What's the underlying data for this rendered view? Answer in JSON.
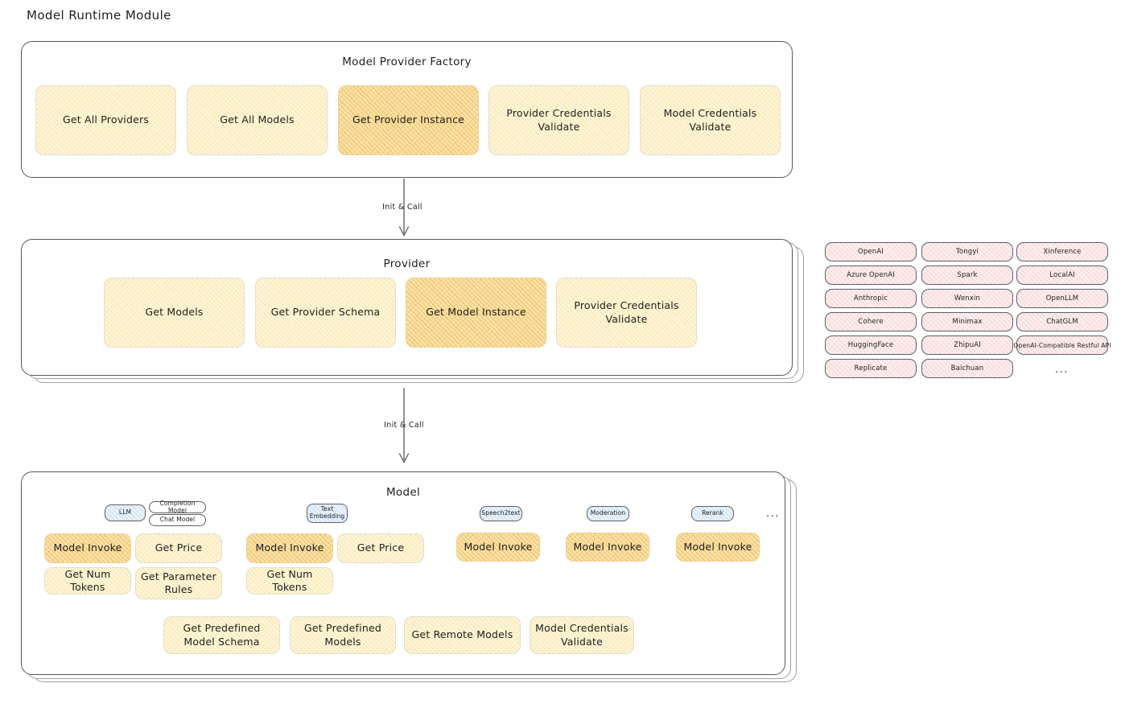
{
  "page": {
    "title": "Model Runtime Module"
  },
  "factory": {
    "title": "Model Provider Factory",
    "nodes": [
      {
        "label": "Get All Providers",
        "highlighted": false
      },
      {
        "label": "Get All Models",
        "highlighted": false
      },
      {
        "label": "Get Provider Instance",
        "highlighted": true
      },
      {
        "label": "Provider Credentials Validate",
        "highlighted": false
      },
      {
        "label": "Model Credentials Validate",
        "highlighted": false
      }
    ]
  },
  "arrows": [
    {
      "label": "Init & Call"
    },
    {
      "label": "Init & Call"
    }
  ],
  "provider": {
    "title": "Provider",
    "nodes": [
      {
        "label": "Get Models",
        "highlighted": false
      },
      {
        "label": "Get Provider Schema",
        "highlighted": false
      },
      {
        "label": "Get Model Instance",
        "highlighted": true
      },
      {
        "label": "Provider Credentials Validate",
        "highlighted": false
      }
    ]
  },
  "provider_list": {
    "ellipsis": "...",
    "columns": [
      {
        "items": [
          "OpenAI",
          "Azure OpenAI",
          "Anthropic",
          "Cohere",
          "HuggingFace",
          "Replicate"
        ]
      },
      {
        "items": [
          "Tongyi",
          "Spark",
          "Wenxin",
          "Minimax",
          "ZhipuAI",
          "Baichuan"
        ]
      },
      {
        "items": [
          "Xinference",
          "LocalAI",
          "OpenLLM",
          "ChatGLM",
          "OpenAI-Compatible Restful API"
        ]
      }
    ]
  },
  "model": {
    "title": "Model",
    "ellipsis": "...",
    "groups": [
      {
        "badge": "LLM",
        "sub_badges": [
          "Completion Model",
          "Chat Model"
        ],
        "nodes_row1": [
          {
            "label": "Model Invoke",
            "highlighted": true
          },
          {
            "label": "Get Price",
            "highlighted": false
          }
        ],
        "nodes_row2": [
          {
            "label": "Get Num Tokens",
            "highlighted": false
          },
          {
            "label": "Get Parameter Rules",
            "highlighted": false
          }
        ]
      },
      {
        "badge": "Text Embedding",
        "sub_badges": [],
        "nodes_row1": [
          {
            "label": "Model Invoke",
            "highlighted": true
          },
          {
            "label": "Get Price",
            "highlighted": false
          }
        ],
        "nodes_row2": [
          {
            "label": "Get Num Tokens",
            "highlighted": false
          }
        ]
      },
      {
        "badge": "Speech2text",
        "sub_badges": [],
        "nodes_row1": [
          {
            "label": "Model Invoke",
            "highlighted": true
          }
        ],
        "nodes_row2": []
      },
      {
        "badge": "Moderation",
        "sub_badges": [],
        "nodes_row1": [
          {
            "label": "Model Invoke",
            "highlighted": true
          }
        ],
        "nodes_row2": []
      },
      {
        "badge": "Rerank",
        "sub_badges": [],
        "nodes_row1": [
          {
            "label": "Model Invoke",
            "highlighted": true
          }
        ],
        "nodes_row2": []
      }
    ],
    "common_nodes": [
      {
        "label": "Get Predefined Model Schema",
        "highlighted": false
      },
      {
        "label": "Get Predefined Models",
        "highlighted": false
      },
      {
        "label": "Get Remote Models",
        "highlighted": false
      },
      {
        "label": "Model Credentials Validate",
        "highlighted": false
      }
    ]
  },
  "colors": {
    "node_fill": "#fdf6dd",
    "node_highlight_fill": "#fbe3ae",
    "chip_fill": "#fdf0f0",
    "badge_fill": "#e9f2fb",
    "stroke": "#555a5f",
    "text": "#1e1e1e"
  }
}
